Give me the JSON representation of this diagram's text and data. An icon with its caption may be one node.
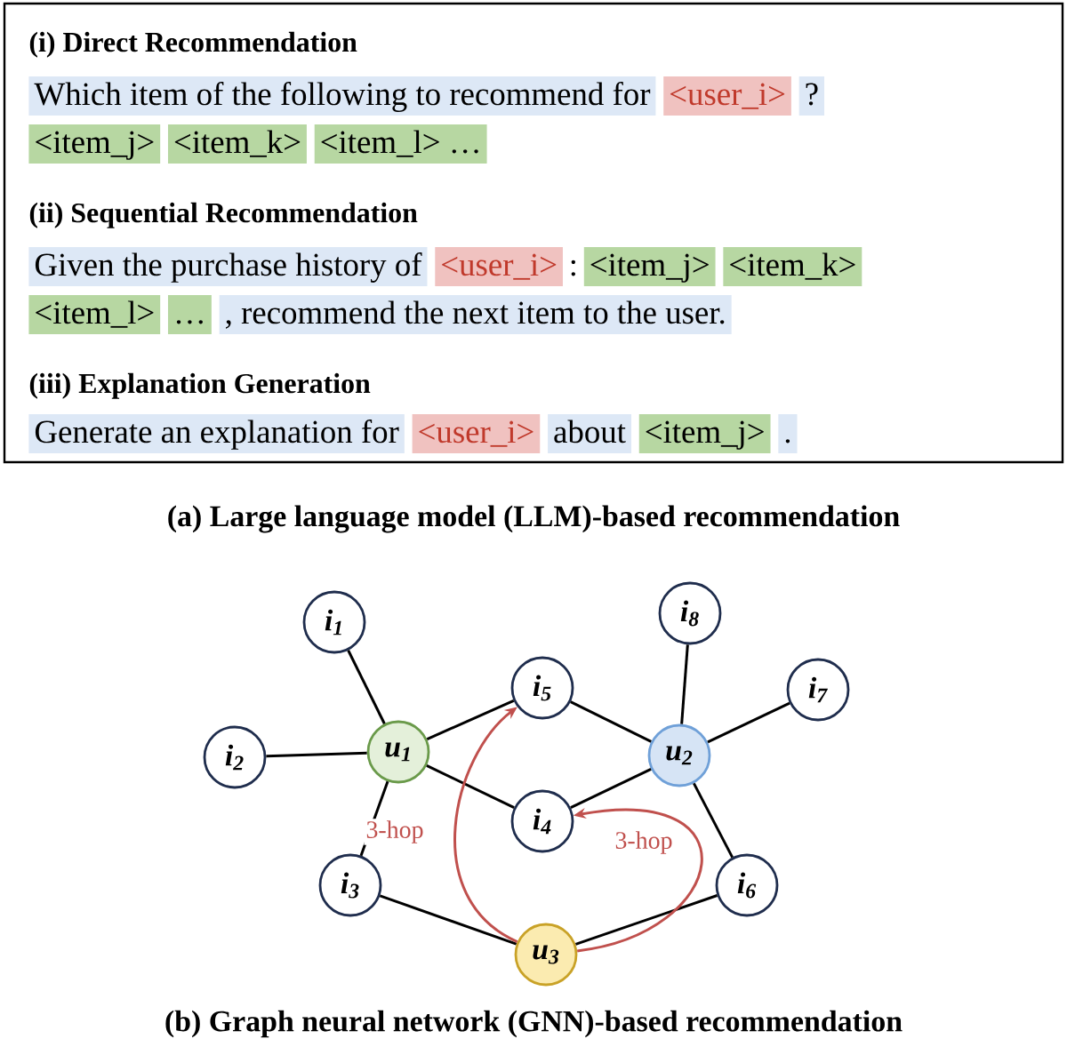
{
  "diagram": {
    "nodes": [
      {
        "text": [
          "(i) Direct Recommendation",
          "Which item of the following to recommend for",
          "<user_i>",
          "?",
          "<item_j>",
          "<item_k>",
          "<item_l> …",
          "(ii) Sequential Recommendation",
          "Given the purchase history of",
          "<user_i>",
          ":",
          "<item_j>",
          "<item_k>",
          "<item_l>",
          "…",
          ", recommend the next item to the user.",
          "(iii) Explanation Generation",
          "Generate an explanation for",
          "<user_i>",
          "about",
          "<item_j>",
          "."
        ]
      },
      {
        "text": [
          "i$_{1}$"
        ]
      },
      {
        "text": [
          "i$_{8}$"
        ]
      },
      {
        "text": [
          "i$_{5}$"
        ]
      },
      {
        "text": [
          "i$_{7}$"
        ]
      },
      {
        "text": [
          "i$_{2}$"
        ]
      },
      {
        "text": [
          "u$_{1}$"
        ]
      },
      {
        "text": [
          "u$_{2}$"
        ]
      },
      {
        "text": [
          "i$_{4}$"
        ]
      },
      {
        "text": [
          "i$_{3}$"
        ]
      },
      {
        "text": [
          "i$_{6}$"
        ]
      },
      {
        "text": [
          "u$_{3}$"
        ]
      }
    ],
    "edges": [
      {
        "from": 6,
        "to": 1,
        "arrow": "none"
      },
      {
        "from": 6,
        "to": 5,
        "arrow": "none"
      },
      {
        "from": 6,
        "to": 3,
        "arrow": "none"
      },
      {
        "from": 6,
        "to": 8,
        "arrow": "none"
      },
      {
        "from": 6,
        "to": 9,
        "arrow": "none"
      },
      {
        "from": 3,
        "to": 7,
        "arrow": "none"
      },
      {
        "from": 7,
        "to": 2,
        "arrow": "none"
      },
      {
        "from": 7,
        "to": 4,
        "arrow": "none"
      },
      {
        "from": 7,
        "to": 8,
        "arrow": "none"
      },
      {
        "from": 7,
        "to": 10,
        "arrow": "none"
      },
      {
        "from": 9,
        "to": 11,
        "arrow": "none"
      },
      {
        "from": 11,
        "to": 10,
        "arrow": "none"
      },
      {
        "from": 11,
        "to": 3,
        "arrow": "to",
        "label": "3-hop",
        "color": "#c0504d"
      },
      {
        "from": 11,
        "to": 8,
        "arrow": "to",
        "label": "3-hop",
        "color": "#c0504d"
      }
    ],
    "labels": [
      "(a) Large language model (LLM)-based recommendation",
      "(b) Graph neural network (GNN)-based recommendation"
    ]
  }
}
